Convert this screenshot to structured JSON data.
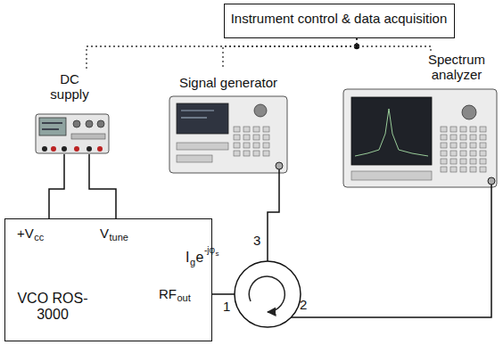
{
  "diagram": {
    "nodes": [
      {
        "text": [
          "Instrument control & data acquisition"
        ]
      },
      {
        "text": [
          "DC supply"
        ]
      },
      {
        "text": [
          "Signal generator"
        ]
      },
      {
        "text": [
          "Spectrum analyzer"
        ]
      },
      {
        "text": [
          "VCO ROS-3000"
        ]
      }
    ],
    "edges": [
      {
        "from": 0,
        "to": 1,
        "arrow": "none"
      },
      {
        "from": 0,
        "to": 2,
        "arrow": "none"
      },
      {
        "from": 0,
        "to": 3,
        "arrow": "none"
      },
      {
        "from": 1,
        "to": 4,
        "arrow": "none"
      },
      {
        "from": 1,
        "to": 4,
        "arrow": "none"
      }
    ],
    "labels": [
      "+V",
      "cc",
      "V",
      "tune",
      "RF",
      "out",
      "I",
      "g",
      "e",
      "-jφ",
      "s",
      "1",
      "2",
      "3"
    ]
  }
}
